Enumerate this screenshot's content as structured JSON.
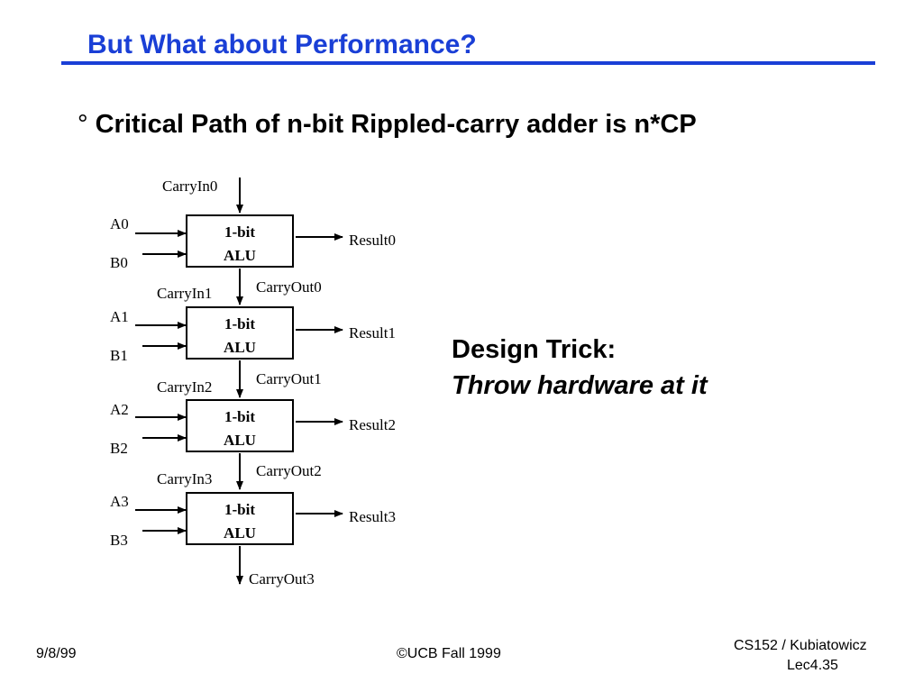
{
  "title": "But What about Performance?",
  "bullet": {
    "mark": "°",
    "text": "Critical Path of n-bit Rippled-carry adder is n*CP"
  },
  "design_trick": {
    "line1": "Design Trick:",
    "line2": "Throw hardware at it"
  },
  "carry_in0": "CarryIn0",
  "alus": [
    {
      "label_a": "A0",
      "label_b": "B0",
      "line1": "1-bit",
      "line2": "ALU",
      "result": "Result0",
      "carry_out": "CarryOut0",
      "carry_in": "CarryIn1"
    },
    {
      "label_a": "A1",
      "label_b": "B1",
      "line1": "1-bit",
      "line2": "ALU",
      "result": "Result1",
      "carry_out": "CarryOut1",
      "carry_in": "CarryIn2"
    },
    {
      "label_a": "A2",
      "label_b": "B2",
      "line1": "1-bit",
      "line2": "ALU",
      "result": "Result2",
      "carry_out": "CarryOut2",
      "carry_in": "CarryIn3"
    },
    {
      "label_a": "A3",
      "label_b": "B3",
      "line1": "1-bit",
      "line2": "ALU",
      "result": "Result3",
      "carry_out": "CarryOut3"
    }
  ],
  "footer": {
    "date": "9/8/99",
    "copyright": "©UCB Fall 1999",
    "course": "CS152 / Kubiatowicz",
    "lecture": "Lec4.35"
  },
  "colors": {
    "title": "#1a3fd6",
    "text": "#000000"
  }
}
